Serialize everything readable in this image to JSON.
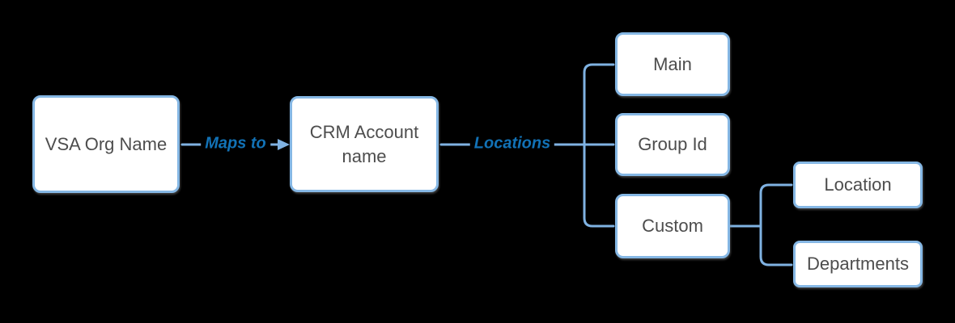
{
  "colors": {
    "background": "#000000",
    "node_fill": "#ffffff",
    "node_border": "#85b7e4",
    "line": "#7fb2e2",
    "edge_label_text": "#1272b6",
    "node_text": "#4d4d4d"
  },
  "nodes": {
    "vsa": {
      "label": "VSA Org Name"
    },
    "crm": {
      "label": "CRM Account name"
    },
    "main": {
      "label": "Main"
    },
    "group_id": {
      "label": "Group Id"
    },
    "custom": {
      "label": "Custom"
    },
    "location": {
      "label": "Location"
    },
    "departments": {
      "label": "Departments"
    }
  },
  "edges": {
    "maps_to": {
      "label": "Maps to",
      "from": "vsa",
      "to": "crm"
    },
    "locations": {
      "label": "Locations",
      "from": "crm",
      "to": [
        "main",
        "group_id",
        "custom"
      ]
    },
    "custom_children": {
      "from": "custom",
      "to": [
        "location",
        "departments"
      ]
    }
  }
}
